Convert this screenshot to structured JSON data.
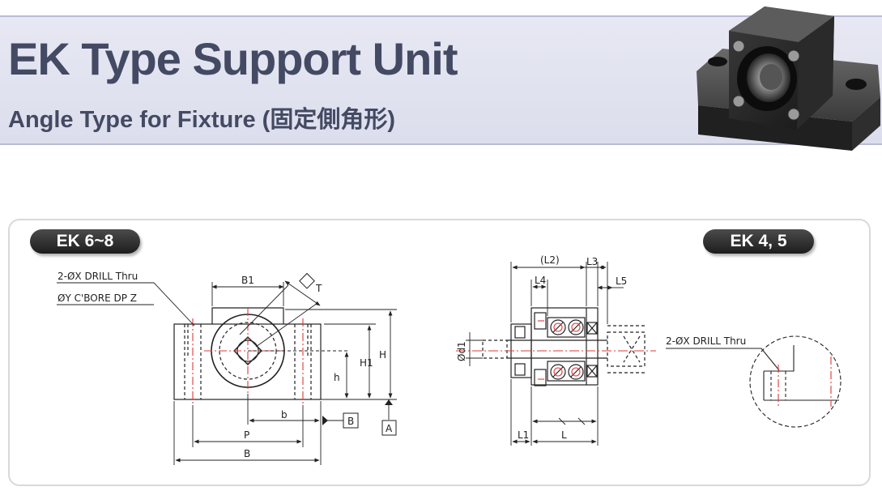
{
  "header": {
    "title": "EK Type Support Unit",
    "subtitle": "Angle Type for Fixture (固定側角形)"
  },
  "labels": {
    "model_left": "EK 6~8",
    "model_right": "EK 4, 5"
  },
  "front_view": {
    "note_drill": "2-ØX DRILL Thru",
    "note_cbore": "ØY C'BORE DP Z",
    "dim_B1": "B1",
    "dim_T": "T",
    "dim_H1": "H1",
    "dim_H": "H",
    "dim_h": "h",
    "dim_b": "b",
    "dim_P": "P",
    "dim_B": "B",
    "datum_B": "B",
    "datum_A": "A"
  },
  "side_view": {
    "dim_L2": "(L2)",
    "dim_L3": "L3",
    "dim_L4": "L4",
    "dim_L5": "L5",
    "dim_d1": "Ød1",
    "dim_L1": "L1",
    "dim_L": "L"
  },
  "detail_view": {
    "note_drill": "2-ØX DRILL Thru"
  },
  "colors": {
    "title_text": "#444a63",
    "band": "#e0e2ef",
    "centerline": "#e03a3a",
    "line": "#222222"
  }
}
